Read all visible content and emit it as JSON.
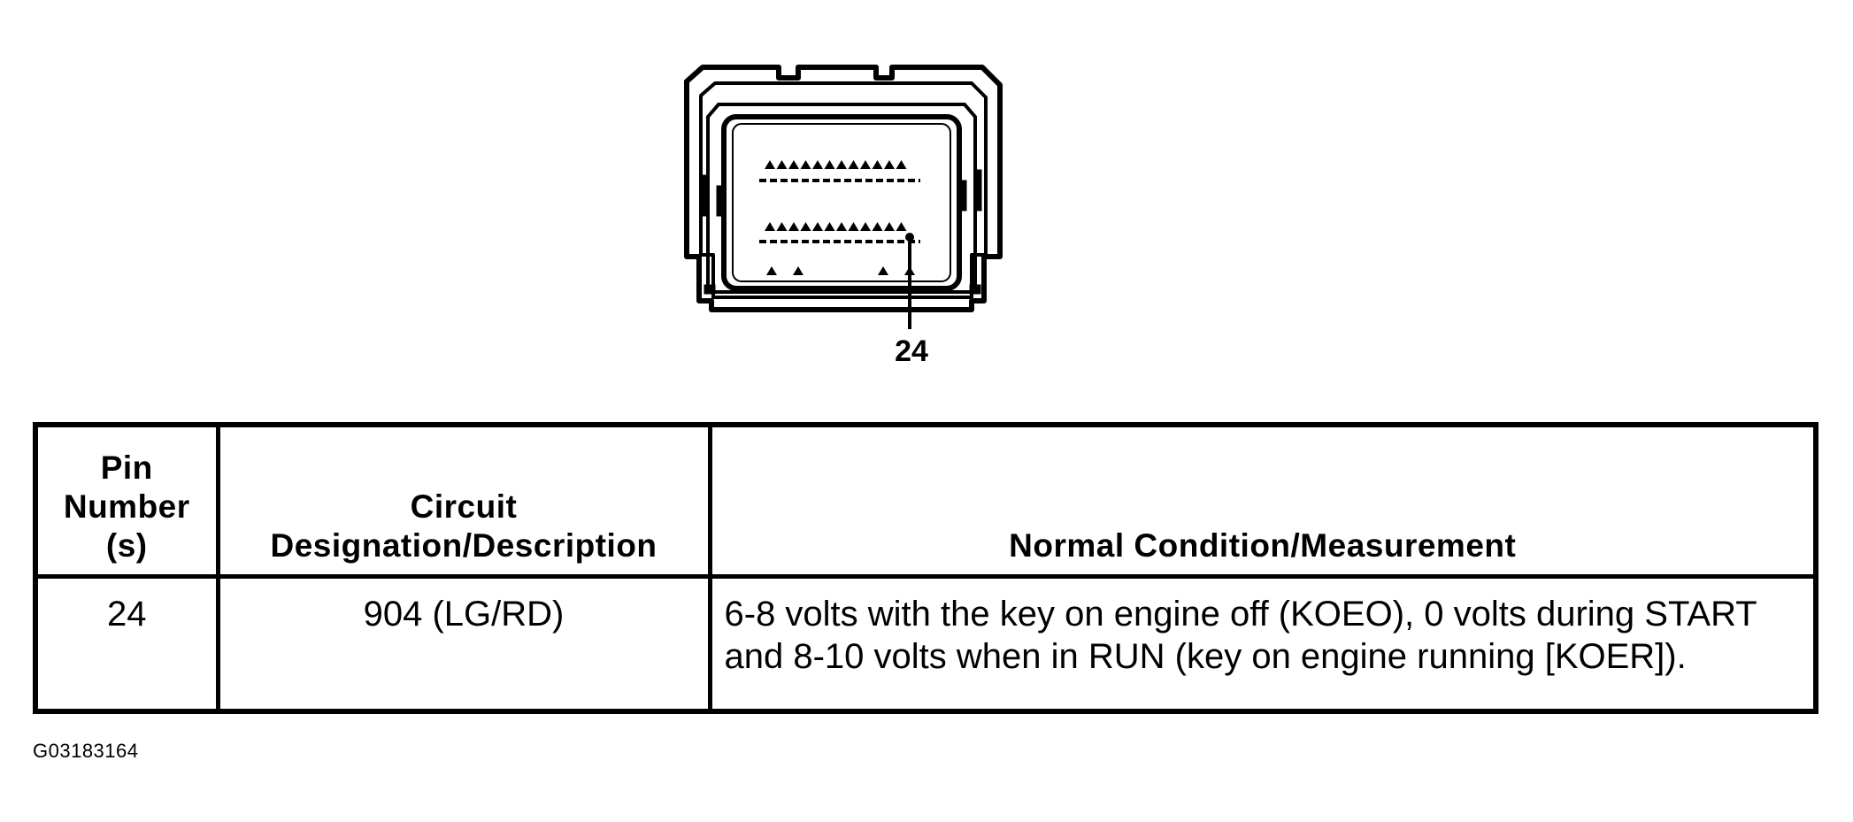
{
  "diagram": {
    "pin_callout": "24"
  },
  "table": {
    "headers": {
      "pin": "Pin\nNumber\n(s)",
      "circuit": "Circuit\nDesignation/Description",
      "measurement": "Normal Condition/Measurement"
    },
    "rows": [
      {
        "pin": "24",
        "circuit": "904 (LG/RD)",
        "measurement": "6-8 volts with the key on engine off (KOEO), 0 volts during START and 8-10 volts when in RUN (key on engine running [KOER])."
      }
    ]
  },
  "figure_code": "G03183164"
}
